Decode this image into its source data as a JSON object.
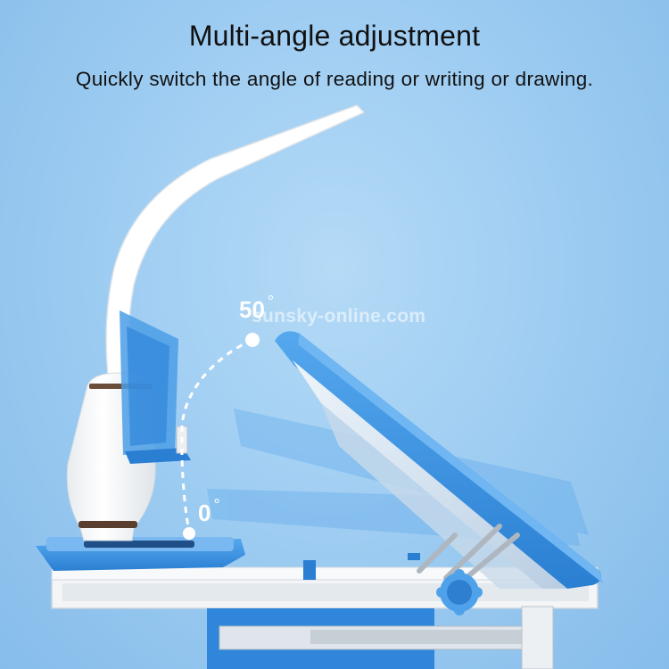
{
  "header": {
    "title": "Multi-angle adjustment",
    "subtitle": "Quickly switch the angle of reading or writing or drawing."
  },
  "angles": {
    "max_value": "50",
    "min_value": "0",
    "unit": "°"
  },
  "watermark": "sunsky-online.com",
  "colors": {
    "background": "#9fcdf2",
    "desk_blue": "#3b8fe0",
    "frame_white": "#f4f6f8",
    "lamp_white": "#fafafa"
  }
}
